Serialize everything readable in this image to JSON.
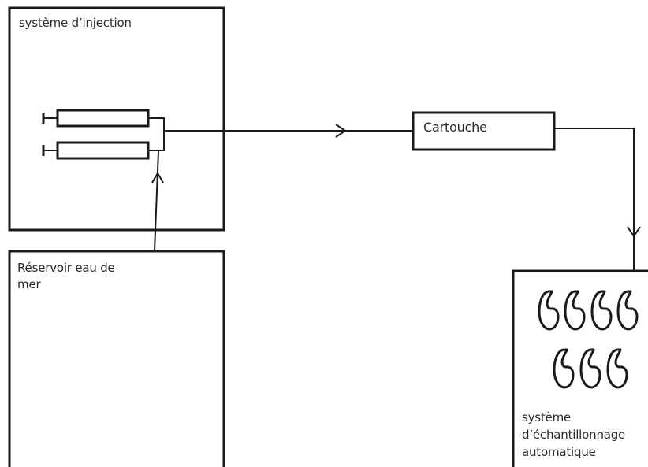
{
  "boxes": {
    "injection": {
      "label": "système d’injection"
    },
    "reservoir": {
      "label": "Réservoir eau de mer"
    },
    "cartouche": {
      "label": "Cartouche"
    },
    "sampler": {
      "label": "système d’échantillonnage automatique"
    }
  },
  "colors": {
    "stroke": "#1a1a1a",
    "background": "#ffffff",
    "text": "#2a2a2a"
  },
  "icons": [
    "syringe-icon",
    "syringe-icon",
    "sample-vial-icon"
  ]
}
